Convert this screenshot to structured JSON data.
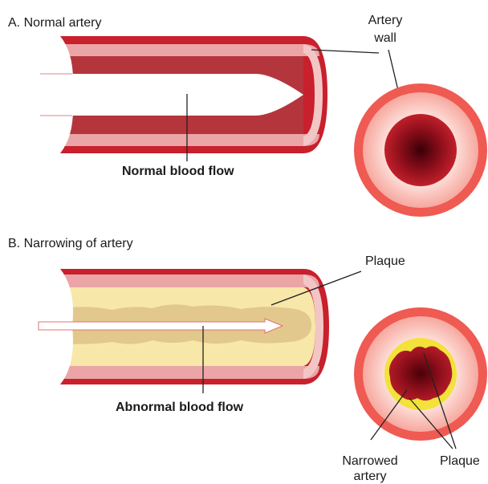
{
  "panel_a": {
    "title": "A. Normal artery",
    "wall_label_line1": "Artery",
    "wall_label_line2": "wall",
    "flow_label": "Normal blood flow"
  },
  "panel_b": {
    "title": "B. Narrowing of artery",
    "plaque_label": "Plaque",
    "flow_label": "Abnormal blood flow",
    "narrowed_label_line1": "Narrowed",
    "narrowed_label_line2": "artery",
    "plaque_label_2": "Plaque"
  },
  "colors": {
    "wall_red": "#c8202c",
    "lumen_red": "#b5353c",
    "inner_pink": "#e9a0a2",
    "ring_light": "#f8c9c4",
    "ring_outer": "#ef5a52",
    "plaque_cream": "#f7e7a8",
    "plaque_dark": "#e2c88c",
    "plaque_yellow": "#f2e23a"
  }
}
